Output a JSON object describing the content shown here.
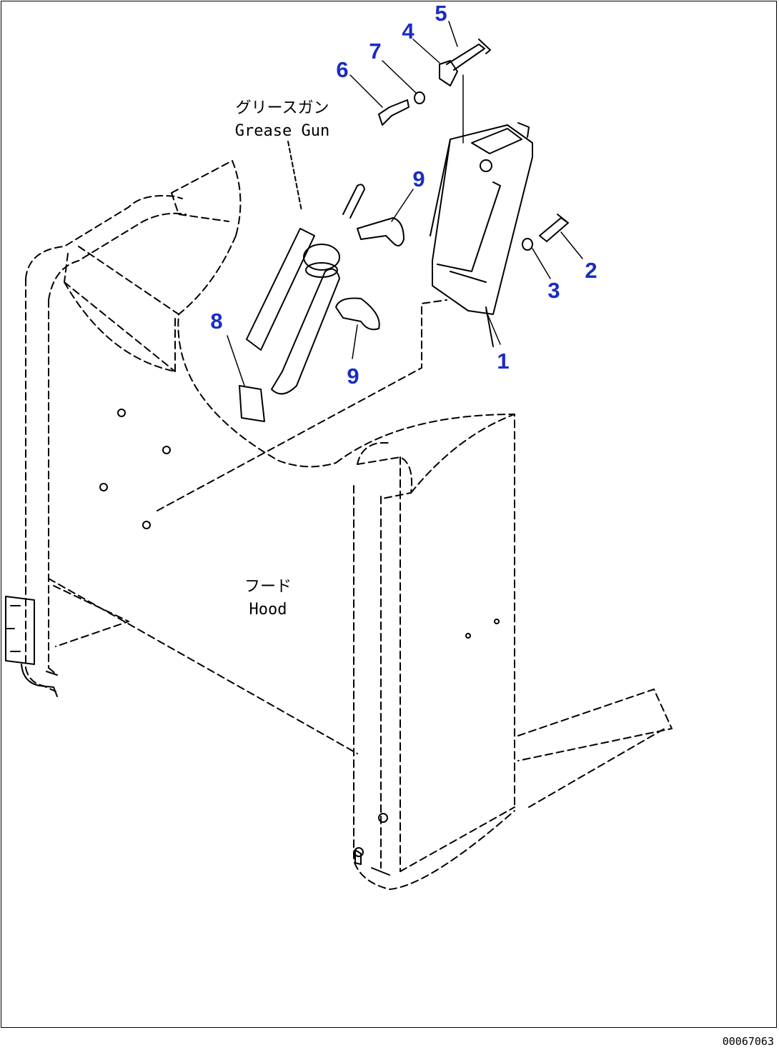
{
  "colors": {
    "line": "#000000",
    "callout": "#1a2cc4",
    "background": "#ffffff"
  },
  "callouts": {
    "c1": "1",
    "c2": "2",
    "c3": "3",
    "c4": "4",
    "c5": "5",
    "c6": "6",
    "c7": "7",
    "c8": "8",
    "c9a": "9",
    "c9b": "9"
  },
  "labels": {
    "grease_gun_jp": "グリースガン",
    "grease_gun_en": "Grease Gun",
    "hood_jp": "フード",
    "hood_en": "Hood"
  },
  "document_id": "00067063"
}
